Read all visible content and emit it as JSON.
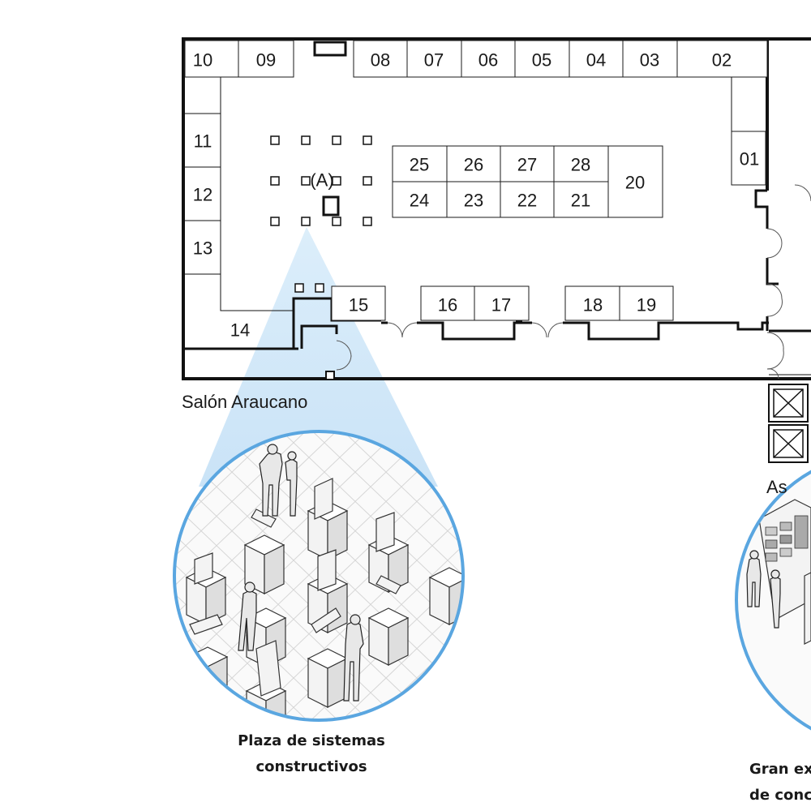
{
  "booths": {
    "b10": "10",
    "b09": "09",
    "b08": "08",
    "b07": "07",
    "b06": "06",
    "b05": "05",
    "b04": "04",
    "b03": "03",
    "b02": "02",
    "b01": "01",
    "b11": "11",
    "b12": "12",
    "b13": "13",
    "b14": "14",
    "b15": "15",
    "b16": "16",
    "b17": "17",
    "b18": "18",
    "b19": "19",
    "b20": "20",
    "b21": "21",
    "b22": "22",
    "b23": "23",
    "b24": "24",
    "b25": "25",
    "b26": "26",
    "b27": "27",
    "b28": "28"
  },
  "zone_marker": "(A)",
  "hall_name": "Salón Araucano",
  "right_hall_partial": "As",
  "captions": {
    "left_line1": "Plaza de sistemas",
    "left_line2": "constructivos",
    "right_line1": "Gran ex",
    "right_line2": "de conc"
  },
  "colors": {
    "circle_stroke": "#5aa6e0",
    "cone_fill": "#cfe6f7",
    "wall": "#111111"
  }
}
